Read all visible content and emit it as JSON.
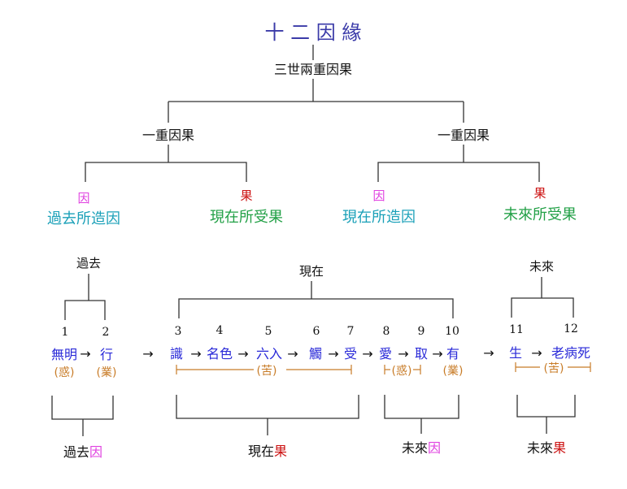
{
  "title": "十 二 因 緣",
  "level1": {
    "label": "三世兩重因果"
  },
  "level2": {
    "left": "一重因果",
    "right": "一重因果"
  },
  "level3": {
    "c1": {
      "mark": "因",
      "label": "過去所造因"
    },
    "c2": {
      "mark": "果",
      "label": "現在所受果"
    },
    "c3": {
      "mark": "因",
      "label": "現在所造因"
    },
    "c4": {
      "mark": "果",
      "label": "未來所受果"
    }
  },
  "periods": {
    "past": "過去",
    "present": "現在",
    "future": "未來"
  },
  "links": {
    "l1": "無明",
    "l2": "行",
    "l3": "識",
    "l4": "名色",
    "l5": "六入",
    "l6": "觸",
    "l7": "受",
    "l8": "愛",
    "l9": "取",
    "l10": "有",
    "l11": "生",
    "l12": "老病死"
  },
  "numbers": [
    "1",
    "2",
    "3",
    "4",
    "5",
    "6",
    "7",
    "8",
    "9",
    "10",
    "11",
    "12"
  ],
  "arrow": "→",
  "annotations": {
    "a1": "(惑)",
    "a2": "(業)",
    "a3": "(苦)",
    "a4": "(惑)",
    "a5": "(業)",
    "a6": "(苦)"
  },
  "bottom": {
    "b1_prefix": "過去",
    "b1_mark": "因",
    "b2_prefix": "現在",
    "b2_mark": "果",
    "b3_prefix": "未來",
    "b3_mark": "因",
    "b4_prefix": "未來",
    "b4_mark": "果"
  },
  "colors": {
    "title": "#3a3aa8",
    "cause_mark": "#e040e0",
    "effect_mark": "#cc1111",
    "teal_label": "#1aa0b8",
    "green_label": "#22a046",
    "link_text": "#2a2ad8",
    "annotation": "#c87c28",
    "line": "#333333",
    "text": "#111111"
  }
}
